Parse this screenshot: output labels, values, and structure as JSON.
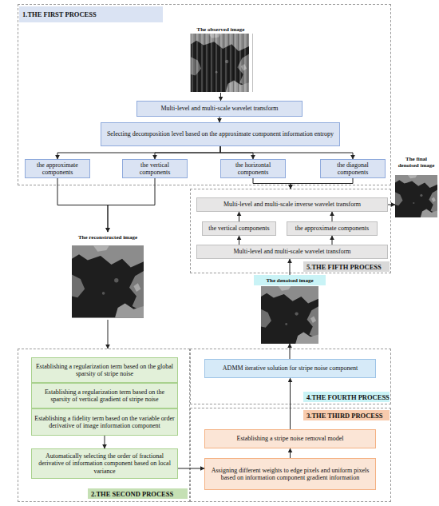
{
  "diagram": {
    "nodes": [
      {
        "text": [
          "1.THE FIRST PROCESS"
        ]
      },
      {
        "text": [
          "The observed image"
        ],
        "in": 0
      },
      {
        "text": [
          "Multi-level and multi-scale wavelet transform"
        ],
        "in": 0
      },
      {
        "text": [
          "Selecting decomposition level based on the approximate component information entropy"
        ],
        "in": 0
      },
      {
        "text": [
          "the approximate components"
        ],
        "in": 0
      },
      {
        "text": [
          "the vertical components"
        ],
        "in": 0
      },
      {
        "text": [
          "the horizontal components"
        ],
        "in": 0
      },
      {
        "text": [
          "the diagonal components"
        ],
        "in": 0
      },
      {
        "text": [
          "The final denoised image"
        ]
      },
      {
        "text": [
          "5.THE FIFTH PROCESS"
        ]
      },
      {
        "text": [
          "Multi-level and multi-scale inverse wavelet transform"
        ],
        "in": 9
      },
      {
        "text": [
          "the vertical components"
        ],
        "in": 9
      },
      {
        "text": [
          "the approximate components"
        ],
        "in": 9
      },
      {
        "text": [
          "Multi-level and multi-scale wavelet transform"
        ],
        "in": 9
      },
      {
        "text": [
          "The reconstructed image"
        ]
      },
      {
        "text": [
          "The denoised image"
        ]
      },
      {
        "text": [
          "4.THE FOURTH PROCESS"
        ]
      },
      {
        "text": [
          "ADMM iterative solution for stripe noise component"
        ],
        "in": 16
      },
      {
        "text": [
          "2.THE SECOND PROCESS"
        ]
      },
      {
        "text": [
          "Establishing a regularization term based on the global sparsity of stripe noise"
        ],
        "in": 18
      },
      {
        "text": [
          "Establishing a regularization term based on the sparsity of vertical gradient of stripe noise"
        ],
        "in": 18
      },
      {
        "text": [
          "Establishing a fidelity term based on the variable order derivative of image information component"
        ],
        "in": 18
      },
      {
        "text": [
          "Automatically selecting the order of fractional derivative of information component based on local variance"
        ],
        "in": 18
      },
      {
        "text": [
          "3.THE THIRD PROCESS"
        ]
      },
      {
        "text": [
          "Establishing a stripe noise removal model"
        ],
        "in": 23
      },
      {
        "text": [
          "Assigning different weights to edge pixels and uniform pixels based on information component gradient information"
        ],
        "in": 23
      }
    ],
    "edges": [
      {
        "from": 1,
        "to": 2,
        "arrow": "to"
      },
      {
        "from": 2,
        "to": 3,
        "arrow": "to"
      },
      {
        "from": 3,
        "to": 4,
        "arrow": "to"
      },
      {
        "from": 3,
        "to": 5,
        "arrow": "to"
      },
      {
        "from": 3,
        "to": 6,
        "arrow": "to"
      },
      {
        "from": 3,
        "to": 7,
        "arrow": "to"
      },
      {
        "from": 4,
        "to": 14,
        "arrow": "to"
      },
      {
        "from": 5,
        "to": 14,
        "arrow": "to"
      },
      {
        "from": 6,
        "to": 9,
        "arrow": "to"
      },
      {
        "from": 7,
        "to": 9,
        "arrow": "to"
      },
      {
        "from": 10,
        "to": 8,
        "arrow": "to"
      },
      {
        "from": 13,
        "to": 11,
        "arrow": "to"
      },
      {
        "from": 13,
        "to": 12,
        "arrow": "to"
      },
      {
        "from": 11,
        "to": 10,
        "arrow": "to"
      },
      {
        "from": 12,
        "to": 10,
        "arrow": "to"
      },
      {
        "from": 15,
        "to": 13,
        "arrow": "to"
      },
      {
        "from": 17,
        "to": 15,
        "arrow": "to"
      },
      {
        "from": 24,
        "to": 17,
        "arrow": "to"
      },
      {
        "from": 25,
        "to": 24,
        "arrow": "to"
      },
      {
        "from": 22,
        "to": 25,
        "arrow": "to"
      },
      {
        "from": 21,
        "to": 22,
        "arrow": "to"
      },
      {
        "from": 14,
        "to": 18,
        "arrow": "to"
      }
    ]
  }
}
